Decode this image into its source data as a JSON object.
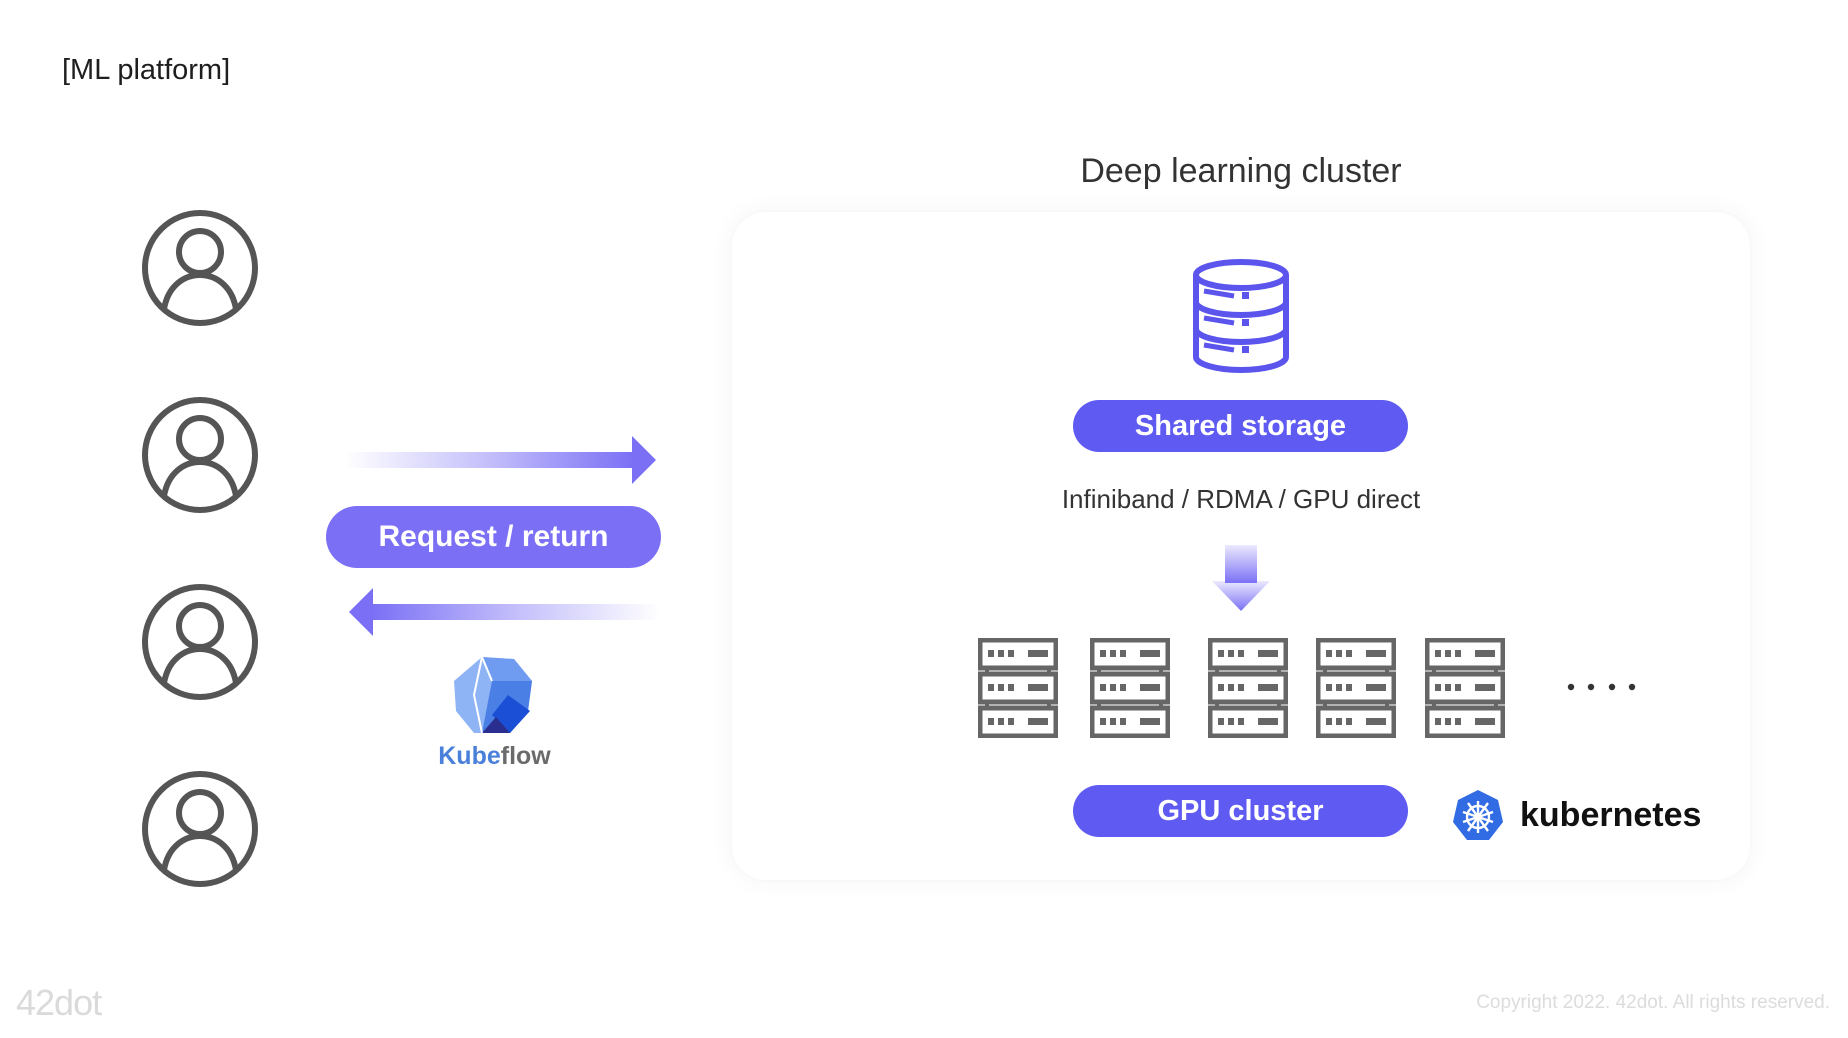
{
  "page": {
    "title": "[ML platform]"
  },
  "users": [
    {
      "icon": "user-icon"
    },
    {
      "icon": "user-icon"
    },
    {
      "icon": "user-icon"
    },
    {
      "icon": "user-icon"
    }
  ],
  "interaction": {
    "label": "Request / return",
    "request_arrow_icon": "arrow-right-icon",
    "return_arrow_icon": "arrow-left-icon",
    "orchestrator": {
      "icon": "kubeflow-logo-icon",
      "name_part1": "Kube",
      "name_part2": "flow"
    }
  },
  "cluster": {
    "title": "Deep learning cluster",
    "storage": {
      "icon": "database-icon",
      "label": "Shared storage"
    },
    "interconnect": "Infiniband / RDMA / GPU direct",
    "flow_arrow_icon": "arrow-down-icon",
    "gpu": {
      "server_icon": "server-rack-icon",
      "server_count_shown": 5,
      "more_indicator": "....",
      "label": "GPU cluster"
    },
    "platform": {
      "icon": "kubernetes-logo-icon",
      "name": "kubernetes"
    }
  },
  "footer": {
    "brand": "42dot",
    "copyright": "Copyright 2022. 42dot. All rights reserved."
  },
  "colors": {
    "accent": "#5f5bf2",
    "accent_light": "#7b70f5",
    "icon_gray": "#555555",
    "kubeflow_blue": "#4a80d9",
    "kubernetes_blue": "#326ce5"
  }
}
